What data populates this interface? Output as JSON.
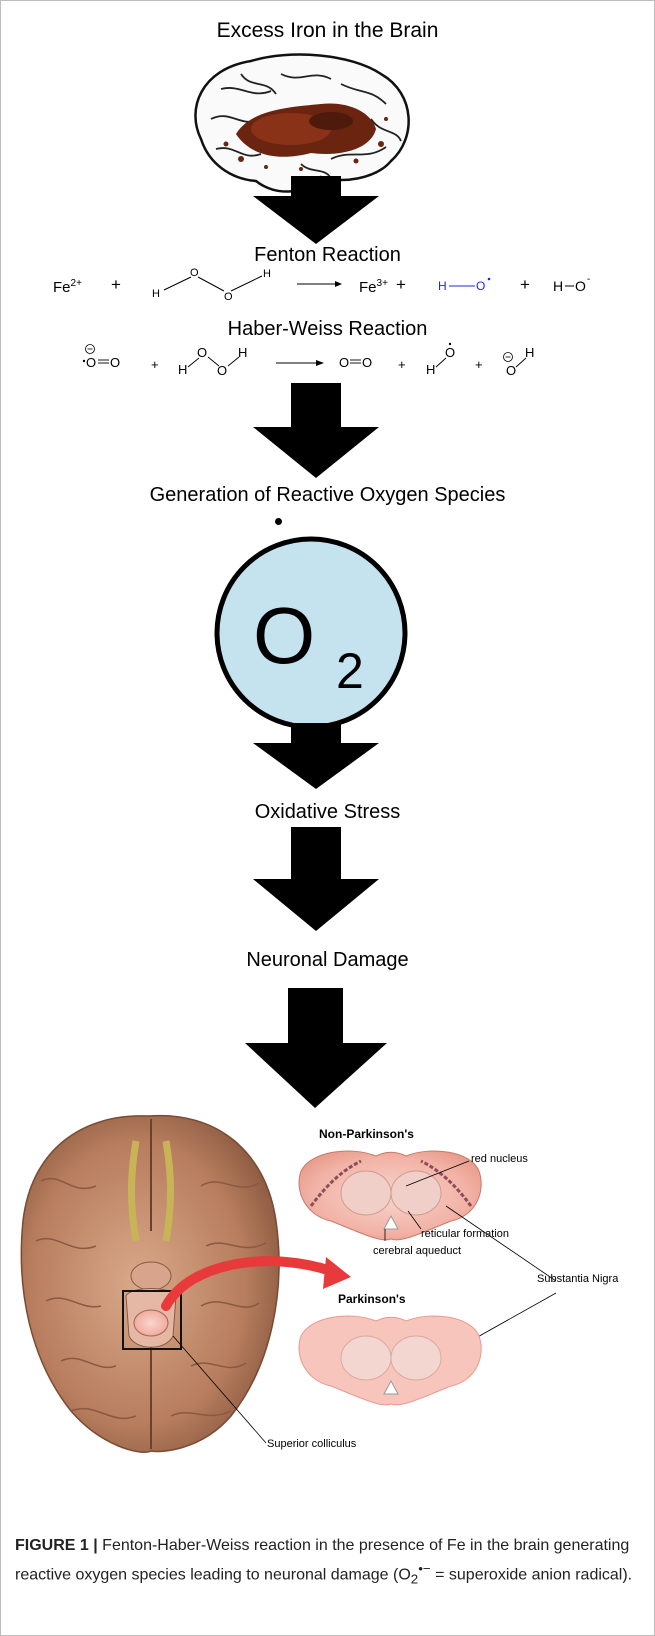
{
  "figure": {
    "title": "Excess Iron in the Brain",
    "fenton": {
      "title": "Fenton Reaction",
      "fe2": "Fe",
      "fe2_charge": "2+",
      "fe3": "Fe",
      "fe3_charge": "3+",
      "plus": "+",
      "h": "H",
      "o": "O",
      "hydroxide_charge": "-"
    },
    "haber_weiss": {
      "title": "Haber-Weiss Reaction",
      "o": "O",
      "h": "H",
      "plus": "+"
    },
    "ros_label": "Generation of Reactive Oxygen Species",
    "o2_symbol": "O",
    "o2_subscript": "2",
    "oxidative_stress": "Oxidative Stress",
    "neuronal_damage": "Neuronal Damage",
    "non_parkinsons": "Non-Parkinson's",
    "parkinsons": "Parkinson's",
    "labels": {
      "red_nucleus": "red nucleus",
      "reticular_formation": "reticular formation",
      "cerebral_aqueduct": "cerebral aqueduct",
      "substantia_nigra": "Substantia Nigra",
      "superior_colliculus": "Superior colliculus"
    }
  },
  "caption": {
    "label": "FIGURE 1 |",
    "text_1": " Fenton-Haber-Weiss reaction in the presence of Fe in the brain generating reactive oxygen species leading to neuronal damage (O",
    "sub": "2",
    "sup": "•−",
    "text_2": " = superoxide anion radical)."
  },
  "colors": {
    "o2_fill": "#c4e3ef",
    "hydroxyl_blue": "#1f2bd6",
    "iron_deposit": "#6b2410",
    "brain_skin": "#c08b6e",
    "midbrain_pink": "#f2b3a6",
    "curved_arrow": "#e83a3a"
  }
}
